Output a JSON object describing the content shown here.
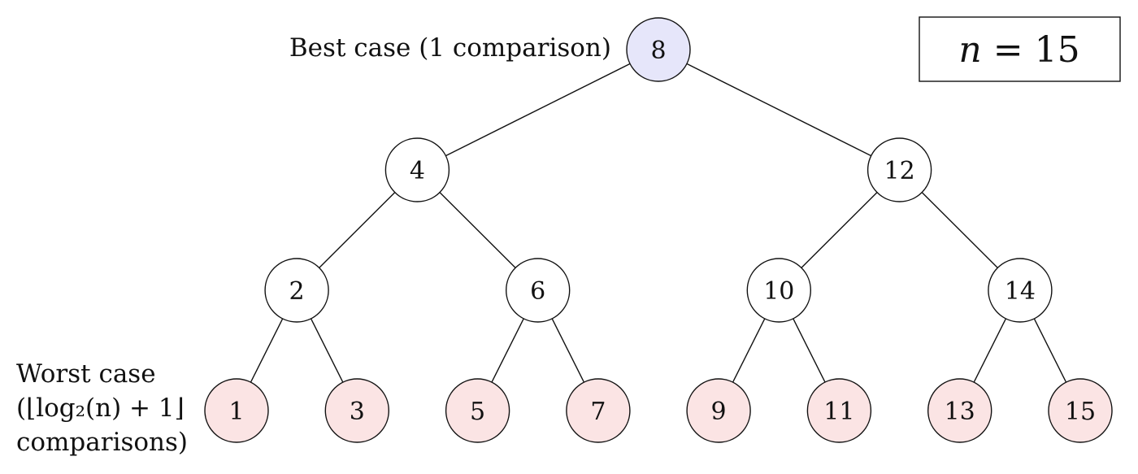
{
  "annotations": {
    "best_case": "Best case (1 comparison)",
    "worst_case_line1": "Worst case",
    "worst_case_line2": "(⌊log₂(n) + 1⌋",
    "worst_case_line3": "comparisons)"
  },
  "n_box": {
    "variable": "n",
    "equals_value": " = 15"
  },
  "colors": {
    "best_case_fill": "#e6e6fa",
    "worst_case_fill": "#fbe4e4",
    "default_fill": "#ffffff",
    "stroke": "#111111"
  },
  "tree": {
    "levels": [
      {
        "nodes": [
          "8"
        ],
        "highlight": "best_case"
      },
      {
        "nodes": [
          "4",
          "12"
        ],
        "highlight": "none"
      },
      {
        "nodes": [
          "2",
          "6",
          "10",
          "14"
        ],
        "highlight": "none"
      },
      {
        "nodes": [
          "1",
          "3",
          "5",
          "7",
          "9",
          "11",
          "13",
          "15"
        ],
        "highlight": "worst_case"
      }
    ]
  }
}
